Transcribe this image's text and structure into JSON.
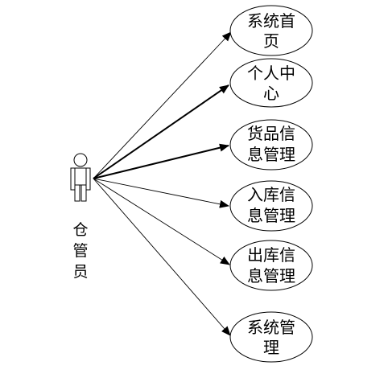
{
  "actor": {
    "label_lines": [
      "仓",
      "管",
      "员"
    ]
  },
  "use_cases": [
    {
      "id": "home",
      "lines": [
        "系统首",
        "页"
      ]
    },
    {
      "id": "profile",
      "lines": [
        "个人中",
        "心"
      ]
    },
    {
      "id": "goods",
      "lines": [
        "货品信",
        "息管理"
      ]
    },
    {
      "id": "inbound",
      "lines": [
        "入库信",
        "息管理"
      ]
    },
    {
      "id": "outbound",
      "lines": [
        "出库信",
        "息管理"
      ]
    },
    {
      "id": "system",
      "lines": [
        "系统管",
        "理"
      ]
    }
  ],
  "colors": {
    "stroke": "#000000",
    "background": "#ffffff",
    "text": "#000000"
  }
}
